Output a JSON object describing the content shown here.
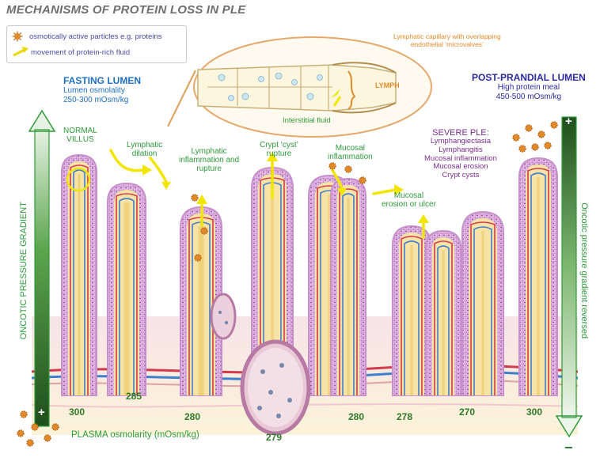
{
  "title": "MECHANISMS OF PROTEIN LOSS IN PLE",
  "legend": {
    "items": [
      {
        "icon": "orange-particle-icon",
        "label": "osmotically active particles e.g. proteins"
      },
      {
        "icon": "yellow-arrow-icon",
        "label": "movement of protein-rich fluid"
      }
    ]
  },
  "inset": {
    "capillary_label_line1": "Lymphatic capillary with overlapping",
    "capillary_label_line2": "endothelial ‘microvalves’",
    "lymph_label": "LYMPH",
    "interstitial_label": "Interstitial fluid"
  },
  "fasting": {
    "title": "FASTING LUMEN",
    "line1": "Lumen osmolality",
    "line2": "250-300 mOsm/kg"
  },
  "postprandial": {
    "title": "POST-PRANDIAL LUMEN",
    "line1": "High protein meal",
    "line2": "450-500 mOsm/kg"
  },
  "labels": {
    "normal_villus_1": "NORMAL",
    "normal_villus_2": "VILLUS",
    "lymph_dilation_1": "Lymphatic",
    "lymph_dilation_2": "dilation",
    "lymph_inflam_1": "Lymphatic",
    "lymph_inflam_2": "inflammation and",
    "lymph_inflam_3": "rupture",
    "crypt_1": "Crypt ‘cyst’",
    "crypt_2": "rupture",
    "mucosal_inflam_1": "Mucosal",
    "mucosal_inflam_2": "inflammation",
    "erosion_1": "Mucosal",
    "erosion_2": "erosion or ulcer"
  },
  "severe": {
    "title": "SEVERE PLE:",
    "items": [
      "Lymphangiectasia",
      "Lymphangitis",
      "Mucosal inflammation",
      "Mucosal erosion",
      "Crypt cysts"
    ]
  },
  "gradient_left": "ONCOTIC PRESSURE GRADIENT",
  "gradient_right": "Oncotic pressure gradient reversed",
  "plus_sign": "+",
  "minus_sign": "−",
  "plasma_label": "PLASMA osmolarity (mOsm/kg)",
  "plasma_values": [
    "300",
    "285",
    "280",
    "279",
    "280",
    "278",
    "270",
    "300"
  ],
  "colors": {
    "green": "#2e9b3a",
    "blue": "#1f6fc4",
    "purple": "#7a2d8f",
    "yellow": "#f2e600",
    "orange": "#e08a2a",
    "villus_outer": "#c78fcb",
    "villus_core": "#f7e3a6",
    "artery": "#d23a4f",
    "vein": "#3f7fd0"
  }
}
